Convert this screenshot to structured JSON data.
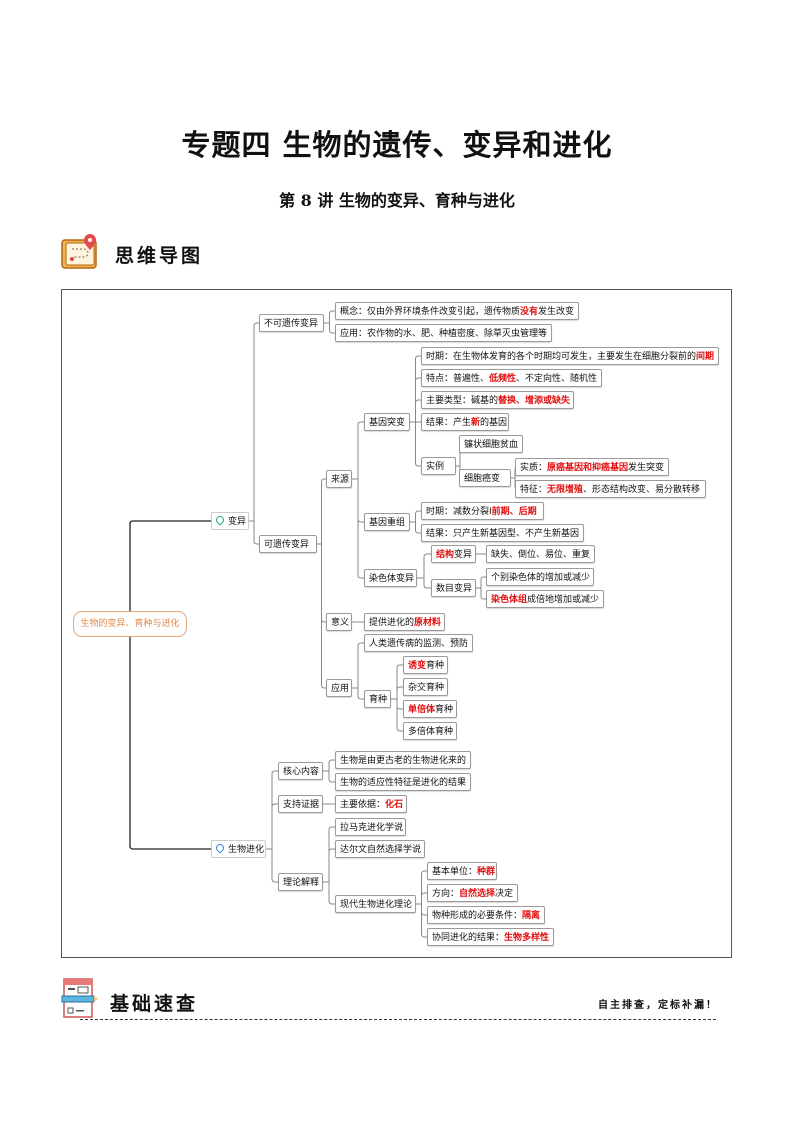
{
  "header": {
    "title": "专题四  生物的遗传、变异和进化",
    "subtitle": "第 8 讲  生物的变异、育种与进化"
  },
  "sections": {
    "mindmap_label": "思维导图",
    "basics_label": "基础速查",
    "basics_note": "自主排查，定标补漏！"
  },
  "colors": {
    "highlight": "#e01010",
    "root": "#e08a4c"
  },
  "mindmap": {
    "nodes": [
      {
        "id": "root",
        "parts": [
          {
            "t": "生物的变异、育种与进化"
          }
        ]
      },
      {
        "id": "by",
        "parent": "root",
        "parts": [
          {
            "t": "变异"
          }
        ]
      },
      {
        "id": "bkyc",
        "parent": "by",
        "parts": [
          {
            "t": "不可遗传变异"
          }
        ]
      },
      {
        "id": "gn",
        "parent": "bkyc",
        "parts": [
          {
            "t": "概念：仅由外界环境条件改变引起，遗传物质"
          },
          {
            "t": "没有",
            "red": true
          },
          {
            "t": "发生改变"
          }
        ]
      },
      {
        "id": "yy1",
        "parent": "bkyc",
        "parts": [
          {
            "t": "应用：农作物的水、肥、种植密度、除草灭虫管理等"
          }
        ]
      },
      {
        "id": "kyc",
        "parent": "by",
        "parts": [
          {
            "t": "可遗传变异"
          }
        ]
      },
      {
        "id": "ly",
        "parent": "kyc",
        "parts": [
          {
            "t": "来源"
          }
        ]
      },
      {
        "id": "jytb",
        "parent": "ly",
        "parts": [
          {
            "t": "基因突变"
          }
        ]
      },
      {
        "id": "sq1",
        "parent": "jytb",
        "parts": [
          {
            "t": "时期：在生物体发育的各个时期均可发生，主要发生在细胞分裂前的"
          },
          {
            "t": "间期",
            "red": true
          }
        ]
      },
      {
        "id": "td",
        "parent": "jytb",
        "parts": [
          {
            "t": "特点：普遍性、"
          },
          {
            "t": "低频性",
            "red": true
          },
          {
            "t": "、不定向性、随机性"
          }
        ]
      },
      {
        "id": "lx",
        "parent": "jytb",
        "parts": [
          {
            "t": "主要类型：碱基的"
          },
          {
            "t": "替换、增添或缺失",
            "red": true
          }
        ]
      },
      {
        "id": "jg1",
        "parent": "jytb",
        "parts": [
          {
            "t": "结果：产生"
          },
          {
            "t": "新",
            "red": true
          },
          {
            "t": "的基因"
          }
        ]
      },
      {
        "id": "sl",
        "parent": "jytb",
        "parts": [
          {
            "t": "实例"
          }
        ]
      },
      {
        "id": "lz",
        "parent": "sl",
        "parts": [
          {
            "t": "镰状细胞贫血"
          }
        ]
      },
      {
        "id": "xbab",
        "parent": "sl",
        "parts": [
          {
            "t": "细胞癌变"
          }
        ]
      },
      {
        "id": "sz",
        "parent": "xbab",
        "parts": [
          {
            "t": "实质："
          },
          {
            "t": "原癌基因和抑癌基因",
            "red": true
          },
          {
            "t": "发生突变"
          }
        ]
      },
      {
        "id": "tz",
        "parent": "xbab",
        "parts": [
          {
            "t": "特征："
          },
          {
            "t": "无限增殖",
            "red": true
          },
          {
            "t": "、形态结构改变、易分散转移"
          }
        ]
      },
      {
        "id": "jycz",
        "parent": "ly",
        "parts": [
          {
            "t": "基因重组"
          }
        ]
      },
      {
        "id": "sq2",
        "parent": "jycz",
        "parts": [
          {
            "t": "时期：减数分裂Ⅰ"
          },
          {
            "t": "前期、后期",
            "red": true
          }
        ]
      },
      {
        "id": "jg2",
        "parent": "jycz",
        "parts": [
          {
            "t": "结果：只产生新基因型、不产生新基因"
          }
        ]
      },
      {
        "id": "rst",
        "parent": "ly",
        "parts": [
          {
            "t": "染色体变异"
          }
        ]
      },
      {
        "id": "jgby",
        "parent": "rst",
        "parts": [
          {
            "t": "结构",
            "red": true
          },
          {
            "t": "变异"
          }
        ]
      },
      {
        "id": "qs",
        "parent": "jgby",
        "parts": [
          {
            "t": "缺失、倒位、易位、重复"
          }
        ]
      },
      {
        "id": "smby",
        "parent": "rst",
        "parts": [
          {
            "t": "数目变异"
          }
        ]
      },
      {
        "id": "gb",
        "parent": "smby",
        "parts": [
          {
            "t": "个别染色体的增加或减少"
          }
        ]
      },
      {
        "id": "rstz",
        "parent": "smby",
        "parts": [
          {
            "t": "染色体组",
            "red": true
          },
          {
            "t": "成倍地增加或减少"
          }
        ]
      },
      {
        "id": "yiyi",
        "parent": "kyc",
        "parts": [
          {
            "t": "意义"
          }
        ]
      },
      {
        "id": "tg",
        "parent": "yiyi",
        "parts": [
          {
            "t": "提供进化的"
          },
          {
            "t": "原材料",
            "red": true
          }
        ]
      },
      {
        "id": "yy2",
        "parent": "kyc",
        "parts": [
          {
            "t": "应用"
          }
        ]
      },
      {
        "id": "rl",
        "parent": "yy2",
        "parts": [
          {
            "t": "人类遗传病的监测、预防"
          }
        ]
      },
      {
        "id": "yz",
        "parent": "yy2",
        "parts": [
          {
            "t": "育种"
          }
        ]
      },
      {
        "id": "yb",
        "parent": "yz",
        "parts": [
          {
            "t": "诱变",
            "red": true
          },
          {
            "t": "育种"
          }
        ]
      },
      {
        "id": "zj",
        "parent": "yz",
        "parts": [
          {
            "t": "杂交育种"
          }
        ]
      },
      {
        "id": "dbt",
        "parent": "yz",
        "parts": [
          {
            "t": "单倍体",
            "red": true
          },
          {
            "t": "育种"
          }
        ]
      },
      {
        "id": "dbt2",
        "parent": "yz",
        "parts": [
          {
            "t": "多倍体育种"
          }
        ]
      },
      {
        "id": "swjh",
        "parent": "root",
        "parts": [
          {
            "t": "生物进化"
          }
        ]
      },
      {
        "id": "hx",
        "parent": "swjh",
        "parts": [
          {
            "t": "核心内容"
          }
        ]
      },
      {
        "id": "hx1",
        "parent": "hx",
        "parts": [
          {
            "t": "生物是由更古老的生物进化来的"
          }
        ]
      },
      {
        "id": "hx2",
        "parent": "hx",
        "parts": [
          {
            "t": "生物的适应性特征是进化的结果"
          }
        ]
      },
      {
        "id": "zc",
        "parent": "swjh",
        "parts": [
          {
            "t": "支持证据"
          }
        ]
      },
      {
        "id": "zy",
        "parent": "zc",
        "parts": [
          {
            "t": "主要依据："
          },
          {
            "t": "化石",
            "red": true
          }
        ]
      },
      {
        "id": "ll",
        "parent": "swjh",
        "parts": [
          {
            "t": "理论解释"
          }
        ]
      },
      {
        "id": "lmk",
        "parent": "ll",
        "parts": [
          {
            "t": "拉马克进化学说"
          }
        ]
      },
      {
        "id": "dew",
        "parent": "ll",
        "parts": [
          {
            "t": "达尔文自然选择学说"
          }
        ]
      },
      {
        "id": "xd",
        "parent": "ll",
        "parts": [
          {
            "t": "现代生物进化理论"
          }
        ]
      },
      {
        "id": "jb",
        "parent": "xd",
        "parts": [
          {
            "t": "基本单位："
          },
          {
            "t": "种群",
            "red": true
          }
        ]
      },
      {
        "id": "fx",
        "parent": "xd",
        "parts": [
          {
            "t": "方向："
          },
          {
            "t": "自然选择",
            "red": true
          },
          {
            "t": "决定"
          }
        ]
      },
      {
        "id": "wz",
        "parent": "xd",
        "parts": [
          {
            "t": "物种形成的必要条件："
          },
          {
            "t": "隔离",
            "red": true
          }
        ]
      },
      {
        "id": "xt",
        "parent": "xd",
        "parts": [
          {
            "t": "协同进化的结果："
          },
          {
            "t": "生物多样性",
            "red": true
          }
        ]
      }
    ]
  }
}
